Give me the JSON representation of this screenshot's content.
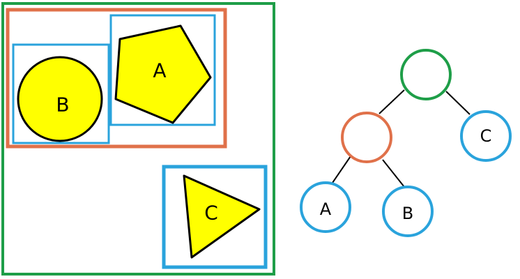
{
  "colors": {
    "root_box": "#1e9e48",
    "group_box": "#e0714a",
    "leaf_box": "#2aa3dc",
    "shape_fill": "#ffff00",
    "shape_stroke": "#000000",
    "edge": "#000000"
  },
  "left_panel": {
    "shapes": {
      "pentagon": {
        "label": "A"
      },
      "circle": {
        "label": "B"
      },
      "triangle": {
        "label": "C"
      }
    }
  },
  "tree": {
    "root": {
      "label": ""
    },
    "group": {
      "label": ""
    },
    "leaves": {
      "a": {
        "label": "A"
      },
      "b": {
        "label": "B"
      },
      "c": {
        "label": "C"
      }
    }
  }
}
